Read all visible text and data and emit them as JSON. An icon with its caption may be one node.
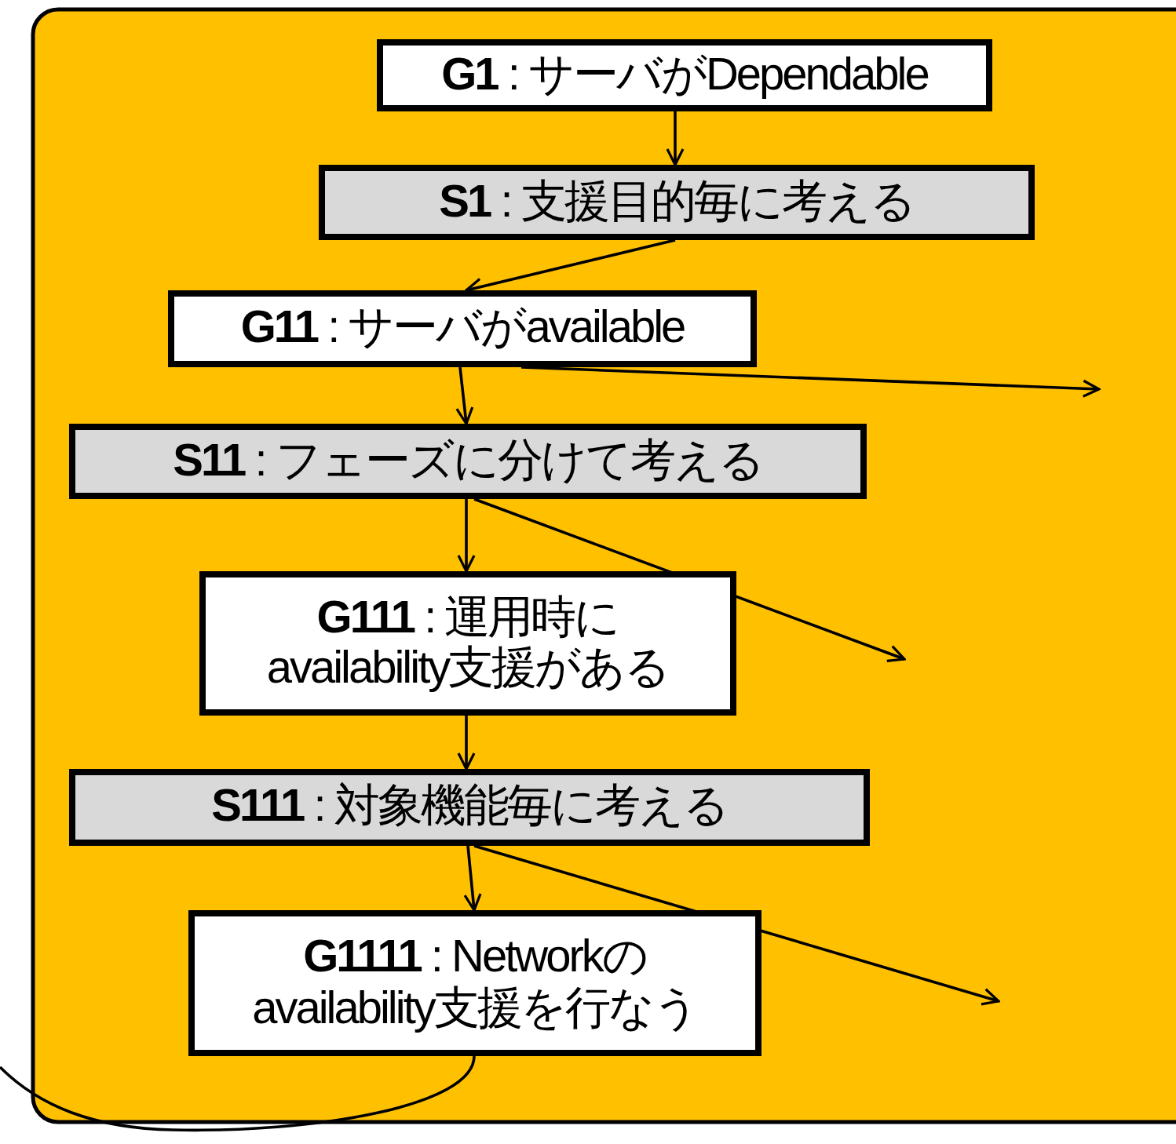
{
  "diagram": {
    "nodes": [
      {
        "text": [
          "**G1** : サーバがDependable"
        ]
      },
      {
        "text": [
          "**S1** : 支援目的毎に考える"
        ]
      },
      {
        "text": [
          "**G11** : サーバがavailable"
        ]
      },
      {
        "text": [
          "**S11** : フェーズに分けて考える"
        ]
      },
      {
        "text": [
          "**G111** : 運用時に availability支援がある"
        ]
      },
      {
        "text": [
          "**S111** : 対象機能毎に考える"
        ]
      },
      {
        "text": [
          "**G1111** : Networkの availability支援を行なう"
        ]
      }
    ],
    "edges": [
      {
        "from": 0,
        "to": 1,
        "arrow": "to"
      },
      {
        "from": 1,
        "to": 2,
        "arrow": "to"
      },
      {
        "from": 2,
        "to": 3,
        "arrow": "to"
      },
      {
        "from": 2,
        "to": null,
        "arrow": "to"
      },
      {
        "from": 3,
        "to": 4,
        "arrow": "to"
      },
      {
        "from": 3,
        "to": null,
        "arrow": "to"
      },
      {
        "from": 4,
        "to": 5,
        "arrow": "to"
      },
      {
        "from": 5,
        "to": 6,
        "arrow": "to"
      },
      {
        "from": 5,
        "to": null,
        "arrow": "to"
      },
      {
        "from": 6,
        "to": null,
        "arrow": "none"
      }
    ]
  }
}
